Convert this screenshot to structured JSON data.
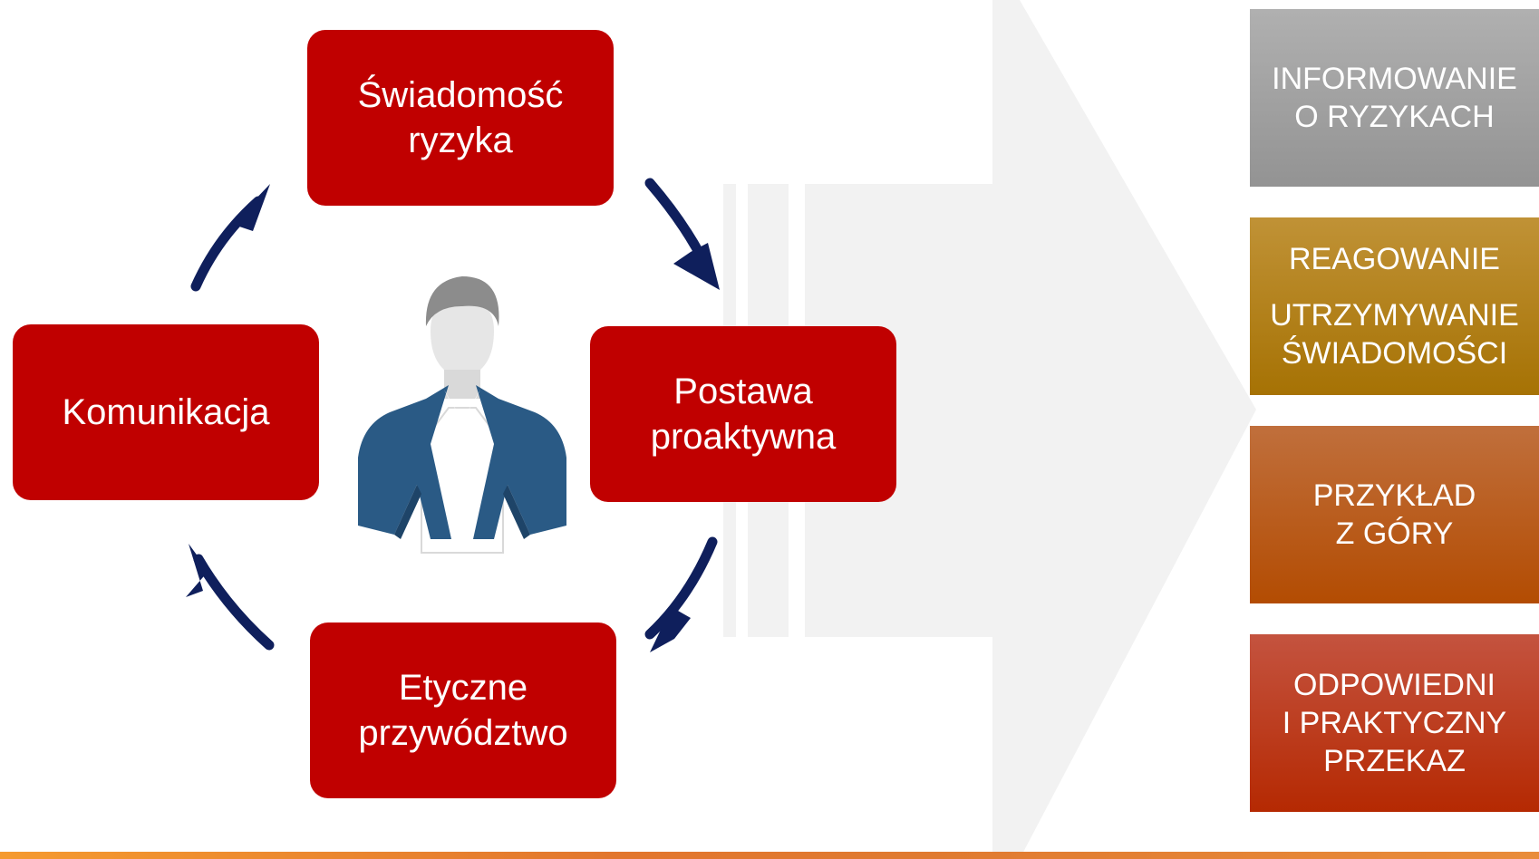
{
  "cycle": {
    "awareness": {
      "line1": "Świadomość",
      "line2": "ryzyka"
    },
    "proactive": {
      "line1": "Postawa",
      "line2": "proaktywna"
    },
    "ethical": {
      "line1": "Etyczne",
      "line2": "przywództwo"
    },
    "communication": {
      "line1": "Komunikacja"
    }
  },
  "side": {
    "inform": {
      "line1": "INFORMOWANIE",
      "line2": "O RYZYKACH"
    },
    "react": {
      "line1": "REAGOWANIE",
      "line2": "UTRZYMYWANIE",
      "line3": "ŚWIADOMOŚCI"
    },
    "example": {
      "line1": "PRZYKŁAD",
      "line2": "Z GÓRY"
    },
    "message": {
      "line1": "ODPOWIEDNI",
      "line2": "I PRAKTYCZNY",
      "line3": "PRZEKAZ"
    }
  },
  "colors": {
    "cycle_box": "#c00000",
    "arrow": "#0f1f5c",
    "person_jacket": "#2a5a85",
    "inform": "#a6a6a6",
    "react": "#b07c10",
    "example": "#bb5a14",
    "message": "#bd3a1e"
  },
  "icons": [
    "person-icon",
    "cycle-arrow-icon",
    "big-arrow-icon"
  ]
}
